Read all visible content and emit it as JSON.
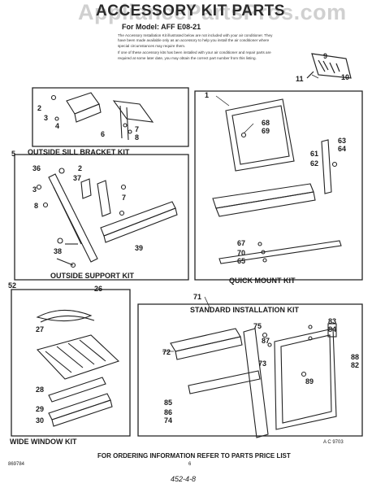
{
  "watermark": "AppliancePartsPros.com",
  "header": {
    "title": "ACCESSORY KIT PARTS",
    "model": "For Model: AFF E08-21"
  },
  "intro": {
    "paragraph1": "The Accessory Installation Kit illustrated below are not included with your air conditioner. They have been made available only as an accessory to help you install the air conditioner where special circumstances may require them.",
    "paragraph2": "If one of these accessory kits has been installed with your air conditioner and repair parts are required at some later date, you may obtain the correct part number from this listing."
  },
  "kits": {
    "outside_sill": "OUTSIDE SILL BRACKET KIT",
    "outside_support": "OUTSIDE SUPPORT KIT",
    "quick_mount": "QUICK MOUNT KIT",
    "wide_window": "WIDE WINDOW KIT",
    "standard": "STANDARD INSTALLATION KIT"
  },
  "part_numbers": {
    "top_right": [
      "9",
      "10",
      "11"
    ],
    "sill": [
      "2",
      "3",
      "4",
      "5",
      "6",
      "7",
      "8"
    ],
    "support": [
      "36",
      "37",
      "38",
      "39",
      "52",
      "2",
      "3",
      "7",
      "8"
    ],
    "quick_mount": [
      "1",
      "68",
      "69",
      "61",
      "62",
      "63",
      "64",
      "67",
      "70",
      "65"
    ],
    "wide_window": [
      "26",
      "27",
      "28",
      "29",
      "30"
    ],
    "standard": [
      "71",
      "72",
      "73",
      "74",
      "75",
      "83",
      "84",
      "85",
      "86",
      "87",
      "88",
      "82",
      "89"
    ]
  },
  "footer": {
    "art_code": "A C 9703",
    "ordering": "FOR ORDERING INFORMATION REFER TO PARTS PRICE LIST",
    "doc_number": "869784",
    "page": "6",
    "handwritten": "452-4-8"
  }
}
